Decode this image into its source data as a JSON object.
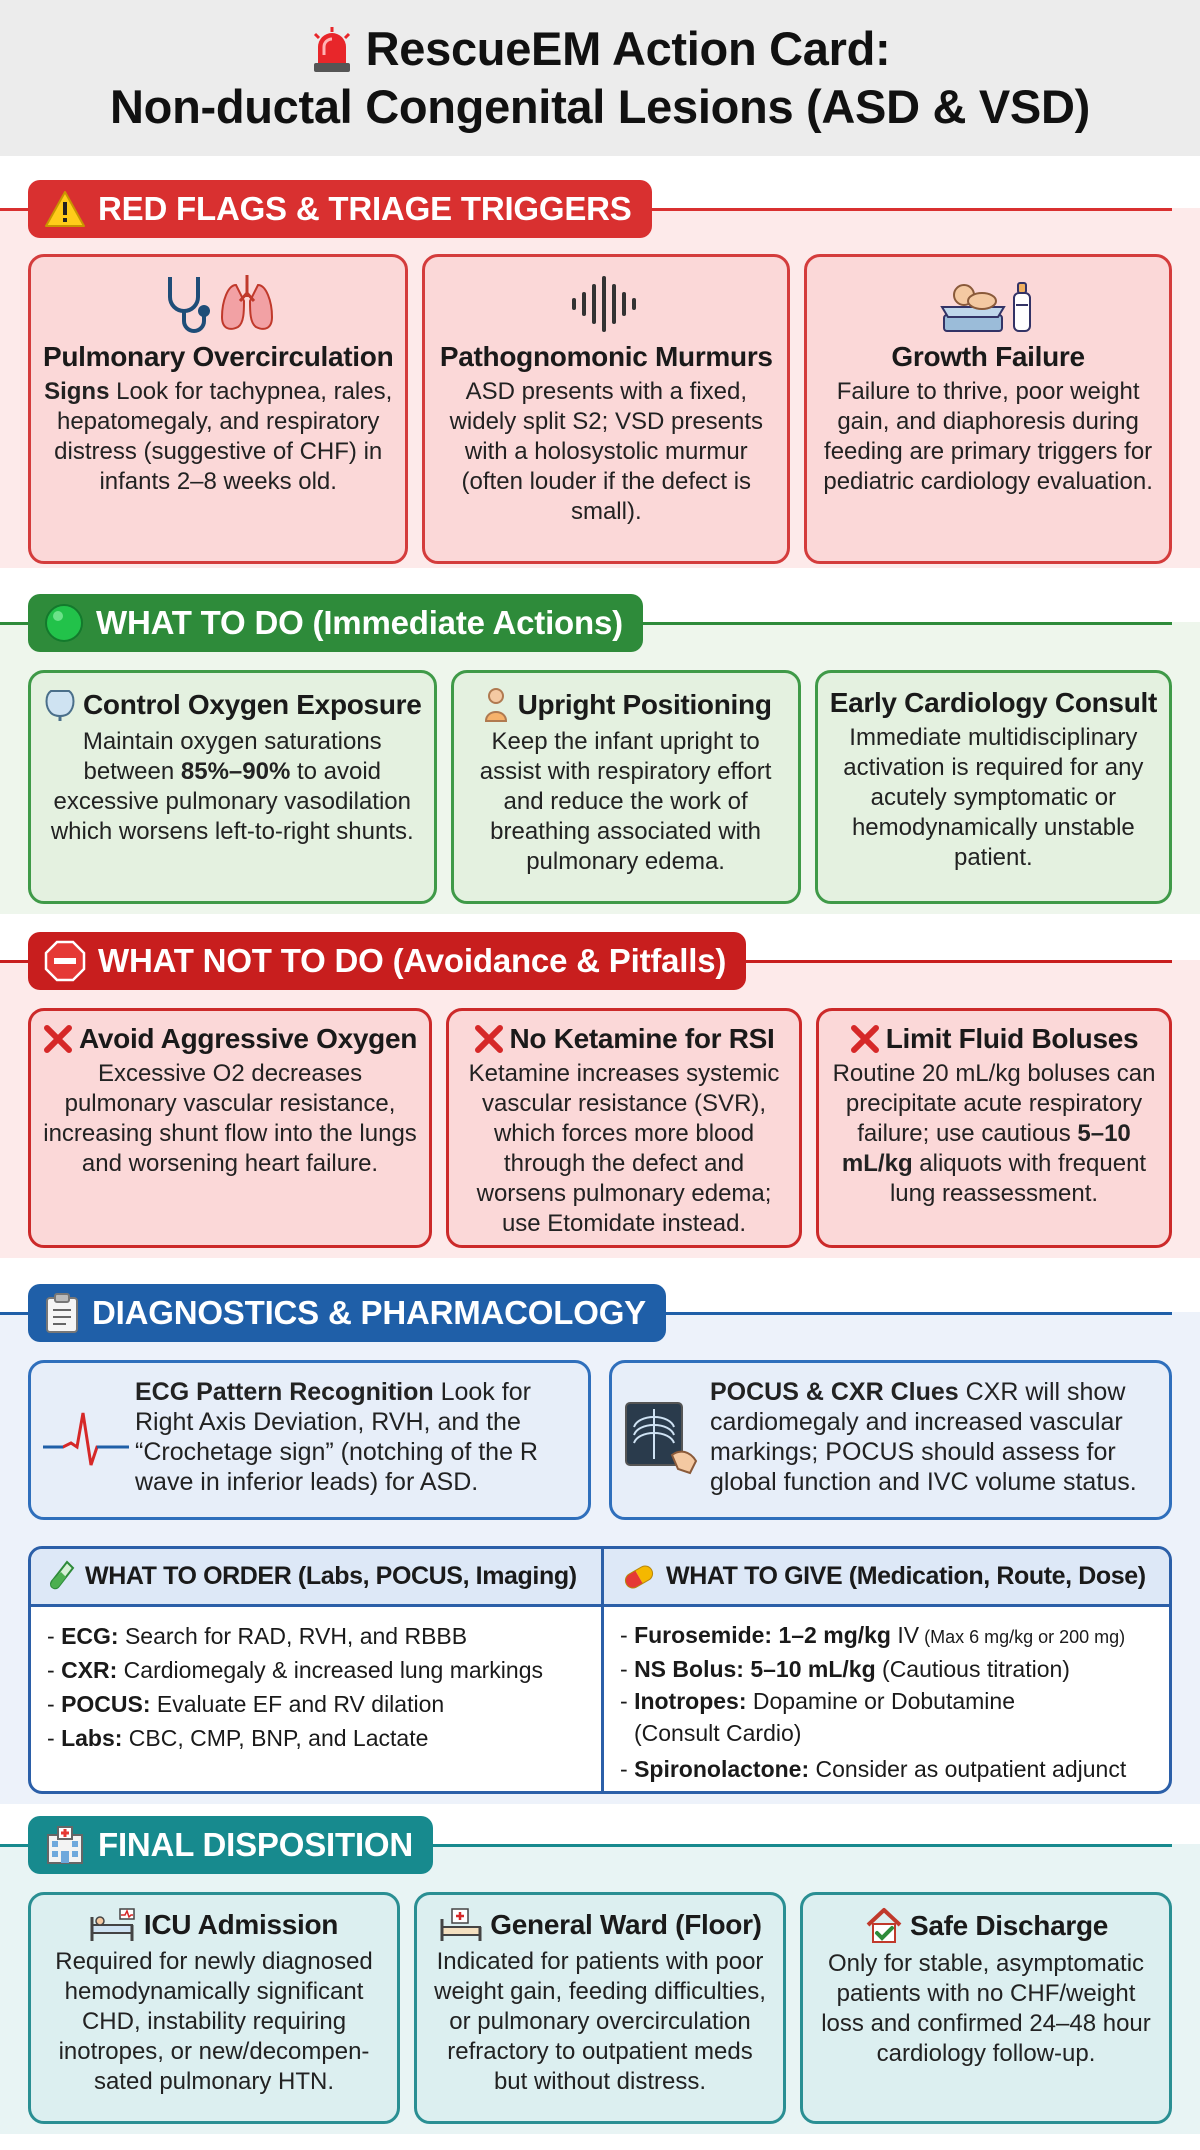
{
  "header": {
    "title_line1": "RescueEM Action Card:",
    "title_line2": "Non-ductal Congenital Lesions (ASD & VSD)",
    "icon": "siren-icon"
  },
  "colors": {
    "red_flags": "#d93030",
    "what_to_do": "#2e8b3a",
    "what_not_to_do": "#c81e1e",
    "diagnostics": "#1f5fa8",
    "disposition": "#178a8e"
  },
  "red_flags": {
    "title": "RED FLAGS & TRIAGE TRIGGERS",
    "cards": [
      {
        "title": "Pulmonary Overcirculation",
        "lead": "Signs",
        "body": " Look for tachypnea, rales, hepatomegaly, and respiratory distress (suggestive of CHF) in infants 2–8 weeks old.",
        "icon": "stethoscope-lungs-icon"
      },
      {
        "title": "Pathognomonic Murmurs",
        "body": "ASD presents with a fixed, widely split S2; VSD presents with a holosystolic murmur (often louder if the defect is small).",
        "icon": "sound-wave-icon"
      },
      {
        "title": "Growth Failure",
        "body": "Failure to thrive, poor weight gain, and diaphoresis during feeding are primary triggers for pediatric cardiology evaluation.",
        "icon": "baby-scale-bottle-icon"
      }
    ]
  },
  "what_to_do": {
    "title": "WHAT TO DO (Immediate Actions)",
    "cards": [
      {
        "title": "Control Oxygen Exposure",
        "body_pre": "Maintain oxygen saturations between ",
        "body_bold": "85%–90%",
        "body_post": " to avoid excessive pulmonary vasodilation which worsens left-to-right shunts.",
        "icon": "oxygen-mask-icon"
      },
      {
        "title": "Upright Positioning",
        "body": "Keep the infant upright to assist with respiratory effort and reduce the work of breathing associated with pulmonary edema.",
        "icon": "infant-icon"
      },
      {
        "title": "Early Cardiology Consult",
        "body": "Immediate multidisciplinary activation is required for any acutely symptomatic or hemodynamically unstable patient."
      }
    ]
  },
  "what_not_to_do": {
    "title": "WHAT NOT TO DO (Avoidance & Pitfalls)",
    "cards": [
      {
        "title": "Avoid Aggressive Oxygen",
        "body": "Excessive O2 decreases pulmonary vascular resistance, increasing shunt flow into the lungs and worsening heart failure."
      },
      {
        "title": "No Ketamine for RSI",
        "body": "Ketamine increases systemic vascular resistance (SVR), which forces more blood through the defect and worsens pulmonary edema; use Etomidate instead."
      },
      {
        "title": "Limit Fluid Boluses",
        "body_pre": "Routine 20 mL/kg boluses can precipitate acute respiratory failure; use cautious ",
        "body_bold": "5–10 mL/kg",
        "body_post": " aliquots with frequent lung reassessment."
      }
    ]
  },
  "diagnostics": {
    "title": "DIAGNOSTICS & PHARMACOLOGY",
    "ecg": {
      "title": "ECG Pattern Recognition",
      "body": " Look for Right Axis Deviation, RVH, and the “Crochetage sign” (notching of the R wave in inferior leads) for ASD."
    },
    "pocus": {
      "title": "POCUS & CXR Clues",
      "body": " CXR will show cardiomegaly and increased vascular markings; POCUS should assess for global function and IVC volume status."
    },
    "order": {
      "title": "WHAT TO ORDER (Labs, POCUS, Imaging)",
      "items": [
        {
          "label": "ECG:",
          "text": " Search for RAD, RVH, and RBBB"
        },
        {
          "label": "CXR:",
          "text": " Cardiomegaly & increased lung markings"
        },
        {
          "label": "POCUS:",
          "text": " Evaluate EF and RV dilation"
        },
        {
          "label": "Labs:",
          "text": " CBC, CMP, BNP, and Lactate"
        }
      ]
    },
    "give": {
      "title": "WHAT TO GIVE (Medication, Route, Dose)",
      "items": [
        {
          "label": "Furosemide: 1–2 mg/kg",
          "text": " IV",
          "small": " (Max 6 mg/kg or 200 mg)"
        },
        {
          "label": "NS Bolus: 5–10 mL/kg",
          "text": " (Cautious titration)"
        },
        {
          "label": "Inotropes:",
          "text": " Dopamine or Dobutamine",
          "text2": "(Consult Cardio)"
        },
        {
          "label": "Spironolactone:",
          "text": " Consider as outpatient adjunct"
        }
      ]
    }
  },
  "disposition": {
    "title": "FINAL DISPOSITION",
    "cards": [
      {
        "title": "ICU Admission",
        "body": "Required for newly diagnosed hemodynamically significant CHD, instability requiring inotropes, or new/decompen-sated pulmonary HTN.",
        "icon": "icu-bed-icon"
      },
      {
        "title": "General Ward (Floor)",
        "body": "Indicated for patients with poor weight gain, feeding difficulties, or pulmonary overcirculation refractory to outpatient meds but without distress.",
        "icon": "hospital-bed-icon"
      },
      {
        "title": "Safe Discharge",
        "body": "Only for stable, asymptomatic patients with no CHF/weight loss and confirmed 24–48 hour cardiology follow-up.",
        "icon": "home-check-icon"
      }
    ]
  }
}
